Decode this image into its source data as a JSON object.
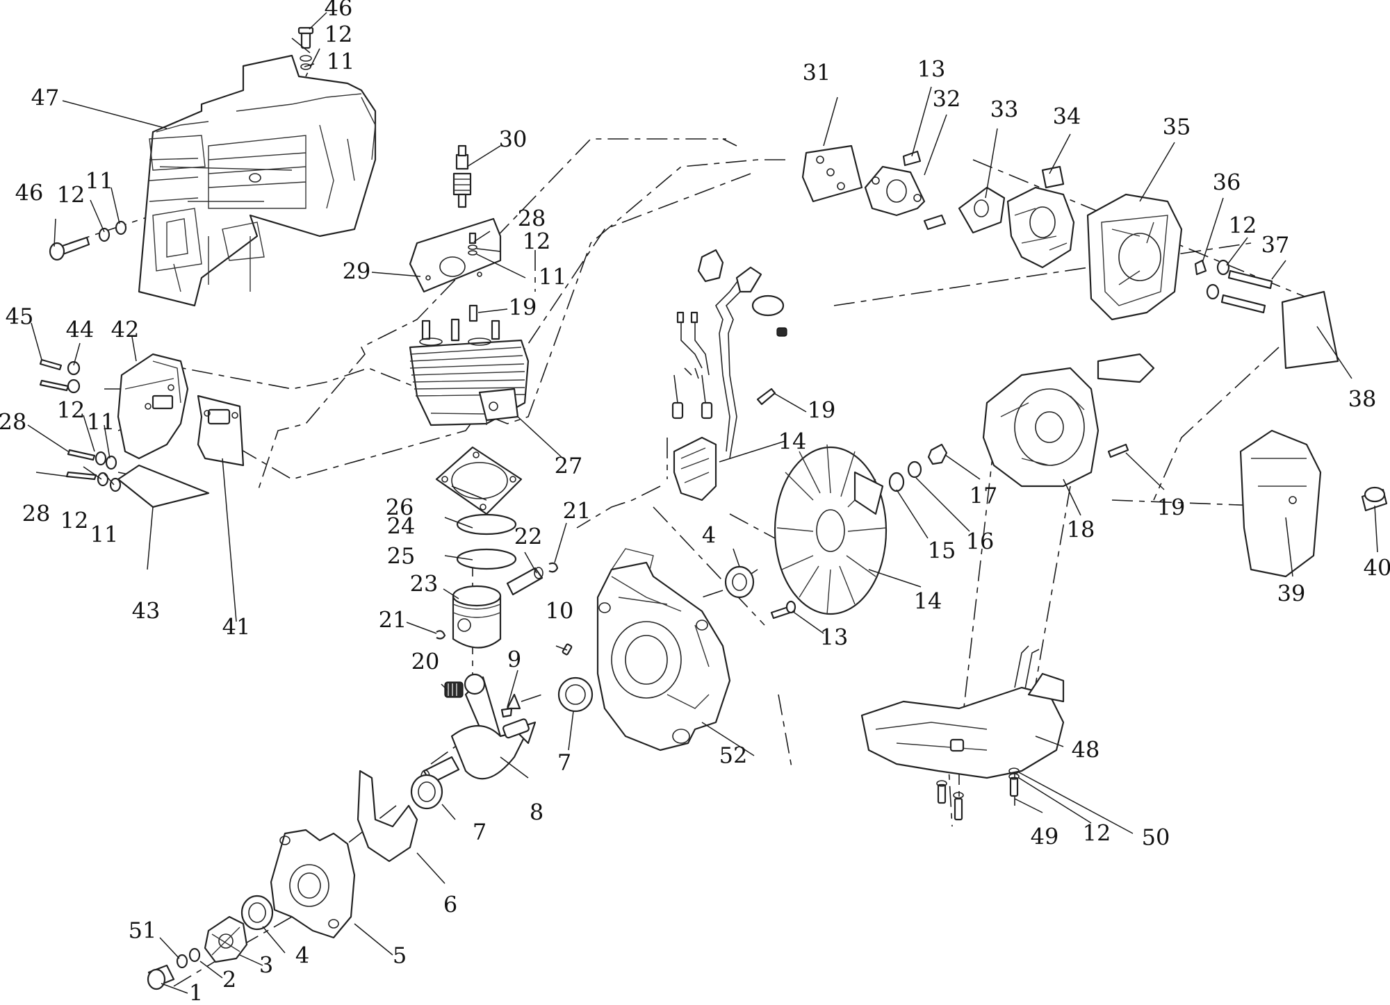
{
  "callouts": {
    "c1": "1",
    "c2": "2",
    "c3": "3",
    "c4a": "4",
    "c4b": "4",
    "c5": "5",
    "c6": "6",
    "c7a": "7",
    "c7b": "7",
    "c8": "8",
    "c9": "9",
    "c10": "10",
    "c11a": "11",
    "c11b": "11",
    "c11c": "11",
    "c11d": "11",
    "c11e": "11",
    "c12a": "12",
    "c12b": "12",
    "c12c": "12",
    "c12d": "12",
    "c12e": "12",
    "c12f": "12",
    "c12g": "12",
    "c13a": "13",
    "c13b": "13",
    "c14a": "14",
    "c14b": "14",
    "c15": "15",
    "c16": "16",
    "c17": "17",
    "c18": "18",
    "c19a": "19",
    "c19b": "19",
    "c19c": "19",
    "c19d": "19",
    "c20": "20",
    "c21a": "21",
    "c21b": "21",
    "c22": "22",
    "c23": "23",
    "c24": "24",
    "c25": "25",
    "c26": "26",
    "c27": "27",
    "c28a": "28",
    "c28b": "28",
    "c28c": "28",
    "c29": "29",
    "c30": "30",
    "c31": "31",
    "c32": "32",
    "c33": "33",
    "c34": "34",
    "c35": "35",
    "c36": "36",
    "c37": "37",
    "c38": "38",
    "c39": "39",
    "c40": "40",
    "c41": "41",
    "c42": "42",
    "c43": "43",
    "c44": "44",
    "c45": "45",
    "c46a": "46",
    "c46b": "46",
    "c47": "47",
    "c48": "48",
    "c49": "49",
    "c50": "50",
    "c51": "51",
    "c52": "52"
  }
}
